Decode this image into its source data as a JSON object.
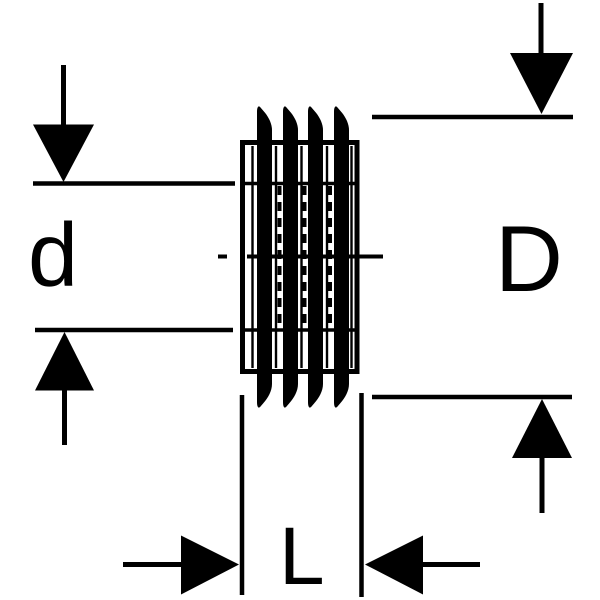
{
  "drawing": {
    "type": "technical-dimension-diagram",
    "subject": "threaded-insert-side-view",
    "background_color": "#ffffff",
    "line_color": "#000000",
    "labels": {
      "inner_diameter": "d",
      "outer_diameter": "D",
      "length": "L"
    },
    "icons": {
      "arrowhead_down": "arrowhead-down-icon",
      "arrowhead_up": "arrowhead-up-icon",
      "arrowhead_left": "arrowhead-left-icon",
      "arrowhead_right": "arrowhead-right-icon"
    }
  }
}
